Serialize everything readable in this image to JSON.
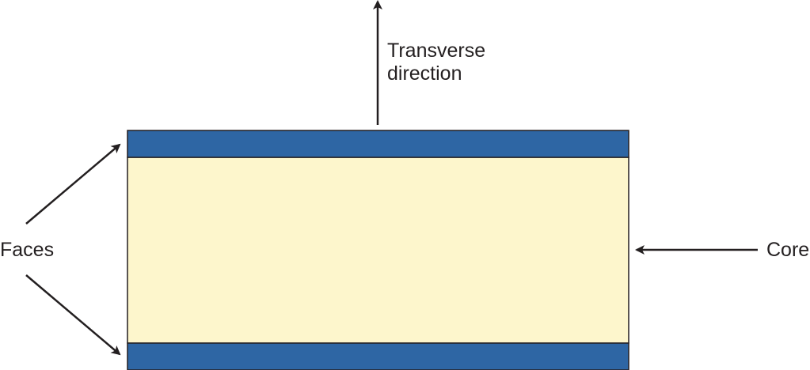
{
  "labels": {
    "transverse_line1": "Transverse",
    "transverse_line2": "direction",
    "faces": "Faces",
    "core": "Core"
  },
  "colors": {
    "face": "#2e66a4",
    "core": "#fdf6cc",
    "outline": "#231f20",
    "text": "#231f20"
  }
}
